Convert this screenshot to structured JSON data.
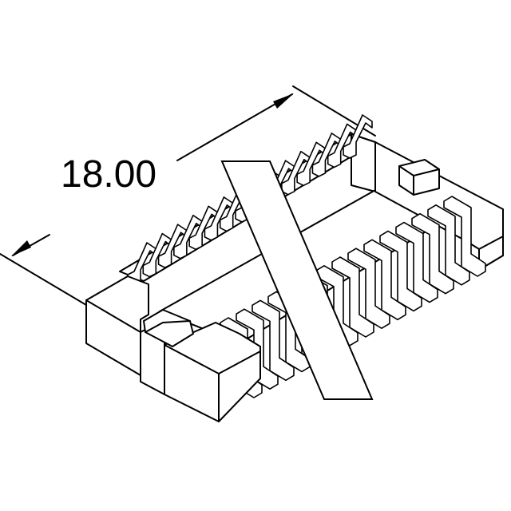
{
  "dimension": {
    "label": "18.00"
  },
  "colors": {
    "line": "#000000",
    "background": "#ffffff"
  },
  "connector": {
    "rear_row_pins": 15,
    "front_row_pins": 15
  }
}
